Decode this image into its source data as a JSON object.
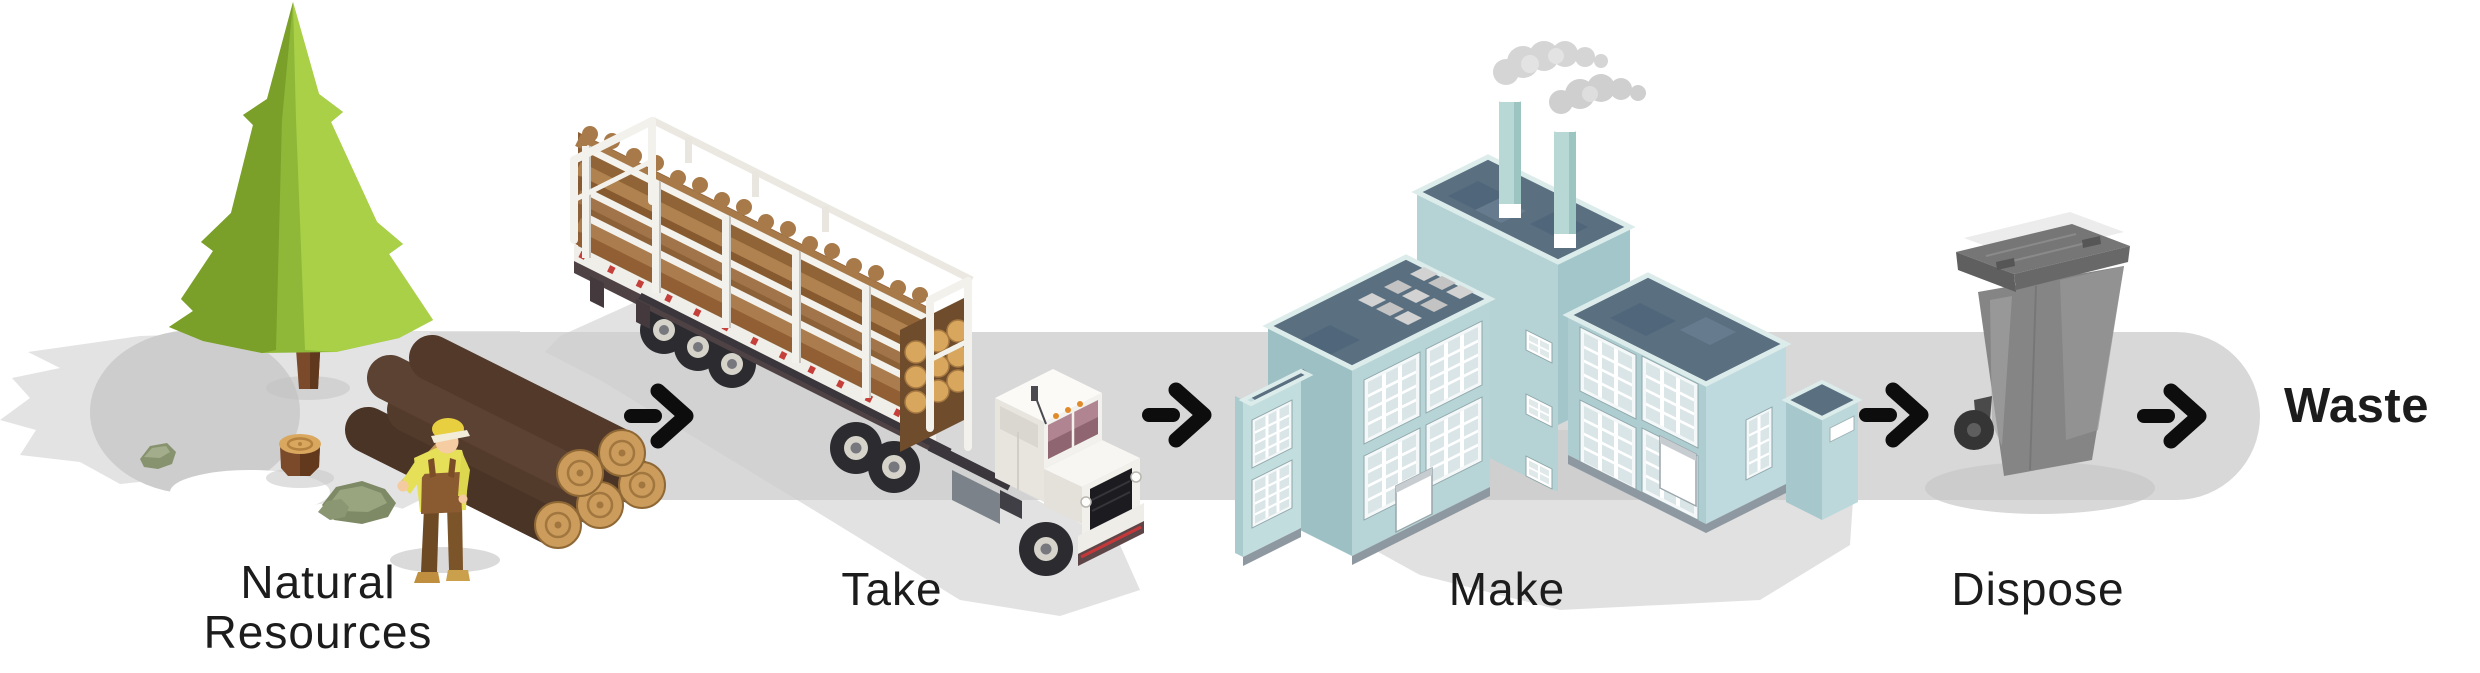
{
  "diagram": {
    "type": "linear-economy-process",
    "stages": [
      {
        "id": "natural-resources",
        "label": "Natural Resources",
        "illustration": "pine-tree-logs-lumberjack"
      },
      {
        "id": "take",
        "label": "Take",
        "illustration": "logging-truck"
      },
      {
        "id": "make",
        "label": "Make",
        "illustration": "factory-with-smokestacks"
      },
      {
        "id": "dispose",
        "label": "Dispose",
        "illustration": "wheelie-trash-bin"
      }
    ],
    "result": {
      "label": "Waste"
    },
    "connector_icon": "arrow-right-icon",
    "colors": {
      "background": "#ffffff",
      "ground_band": "#d8d8d8",
      "ground_light": "#e3e3e3",
      "ground_shadow": "#cdcdcd",
      "arrow": "#0d0d0d",
      "text": "#1c1c1c",
      "tree_green_light": "#a9d046",
      "tree_green": "#8fb838",
      "tree_green_dark": "#7aa02a",
      "wood_brown": "#7b4a2b",
      "log_dark": "#4a3426",
      "log_end_tan": "#cb9c5b",
      "truck_white": "#f3f1eb",
      "truck_logs": "#a87a4a",
      "factory_wall": "#b7d5d7",
      "factory_wall_shade": "#a3c6ca",
      "factory_roof": "#5a6f80",
      "chimney": "#b7d8d4",
      "smoke": "#d4d4d4",
      "bin_body": "#8a8a8a",
      "bin_lid": "#6e6e6e"
    }
  }
}
